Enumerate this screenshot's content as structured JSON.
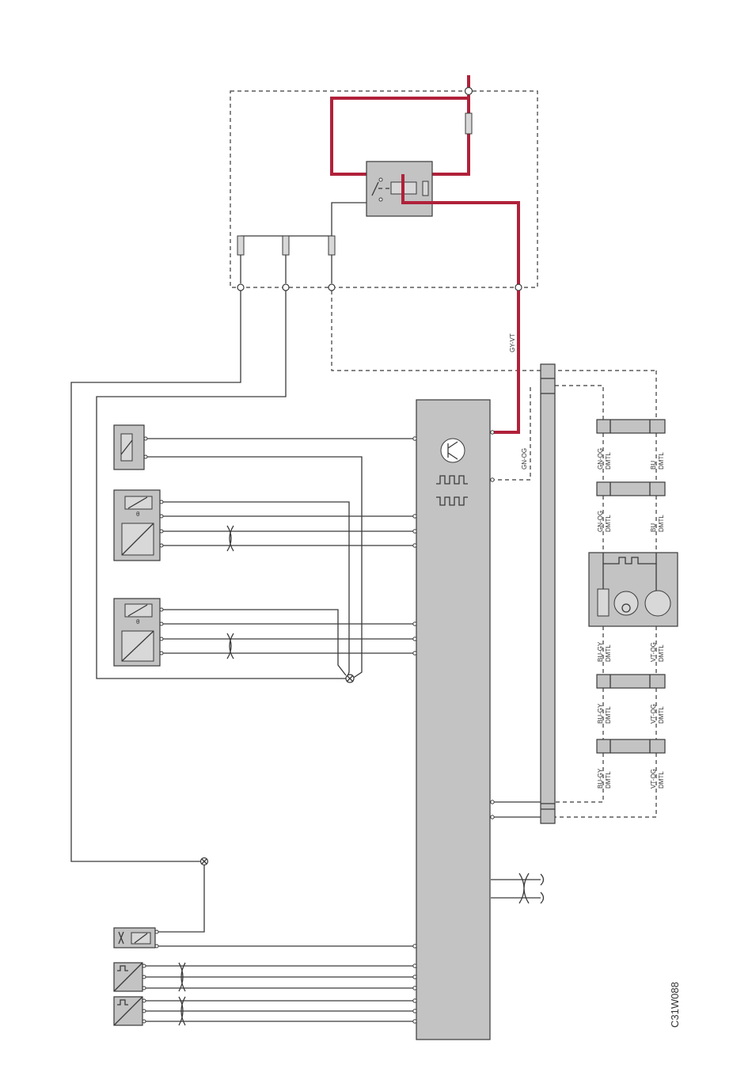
{
  "figure_code": "C31W088",
  "wire_colors": {
    "main_red": "GY-VT",
    "signal": "GN-OG"
  },
  "connector_labels": [
    {
      "left_top": "GN-OG",
      "left_bottom": "DMTL",
      "right_top": "BU",
      "right_bottom": "DMTL"
    },
    {
      "left_top": "GN-OG",
      "left_bottom": "DMTL",
      "right_top": "BU",
      "right_bottom": "DMTL"
    },
    {
      "left_top": "BU-GY",
      "left_bottom": "DMTL",
      "right_top": "VT-OG",
      "right_bottom": "DMTL"
    },
    {
      "left_top": "BU-GY",
      "left_bottom": "DMTL",
      "right_top": "VT-OG",
      "right_bottom": "DMTL"
    },
    {
      "left_top": "BU-GY",
      "left_bottom": "DMTL",
      "right_top": "VT-OG",
      "right_bottom": "DMTL"
    }
  ],
  "colors": {
    "red_wire": "#b0213a",
    "component_fill": "#c3c3c3",
    "line": "#3a3a3a"
  }
}
